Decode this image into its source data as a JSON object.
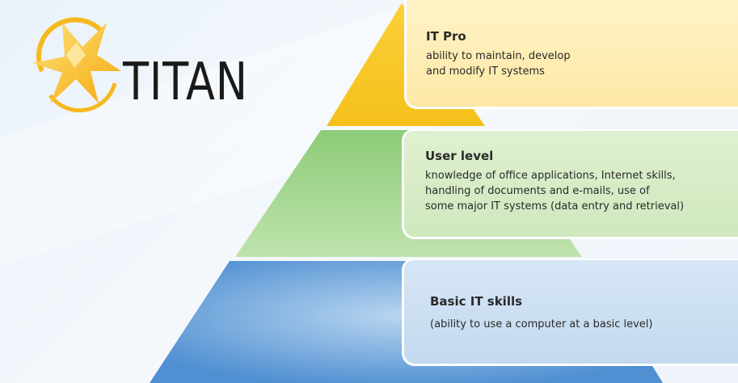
{
  "logo": {
    "text": "TITAN"
  },
  "colors": {
    "top": "#f8c81e",
    "middle": "#7cc46a",
    "bottom": "#4e8fd2"
  },
  "levels": [
    {
      "title": "IT Pro",
      "description": "ability to maintain, develop\nand modify IT systems"
    },
    {
      "title": "User level",
      "description": "knowledge of office applications, Internet skills,\nhandling of documents and e-mails, use of\nsome major IT systems (data entry and retrieval)"
    },
    {
      "title": "Basic IT skills",
      "description": "(ability to use a computer at a basic level)"
    }
  ]
}
